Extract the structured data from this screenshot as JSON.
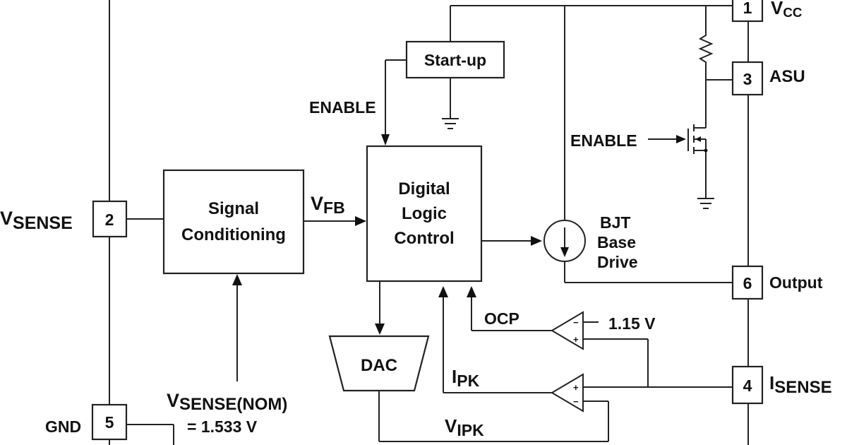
{
  "blocks": {
    "signal_conditioning": {
      "line1": "Signal",
      "line2": "Conditioning"
    },
    "digital_logic": {
      "line1": "Digital",
      "line2": "Logic",
      "line3": "Control"
    },
    "startup": "Start-up",
    "dac": "DAC",
    "bjt": {
      "line1": "BJT",
      "line2": "Base",
      "line3": "Drive"
    }
  },
  "pins": {
    "vcc": {
      "number": "1",
      "name_main": "V",
      "name_sub": "CC"
    },
    "vsense": {
      "number": "2",
      "name_main": "V",
      "name_sub": "SENSE"
    },
    "asu": {
      "number": "3",
      "name": "ASU"
    },
    "isense": {
      "number": "4",
      "name_main": "I",
      "name_sub": "SENSE"
    },
    "gnd": {
      "number": "5",
      "name": "GND"
    },
    "output": {
      "number": "6",
      "name": "Output"
    }
  },
  "signals": {
    "enable_top": "ENABLE",
    "enable_fet": "ENABLE",
    "vfb": {
      "main": "V",
      "sub": "FB"
    },
    "ocp": "OCP",
    "ipk": {
      "main": "I",
      "sub": "PK"
    },
    "vipk": {
      "main": "V",
      "sub": "IPK"
    },
    "ref_voltage": "1.15 V",
    "vsense_nom": {
      "main": "V",
      "sub": "SENSE(NOM)",
      "value": "= 1.533 V"
    }
  },
  "comparator_symbols": {
    "minus": "−",
    "plus": "+"
  }
}
